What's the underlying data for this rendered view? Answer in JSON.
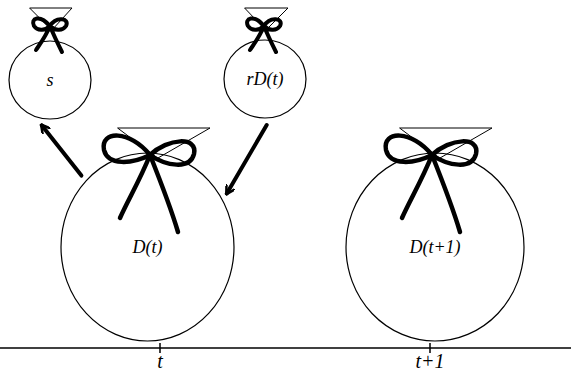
{
  "diagram": {
    "nodes": [
      {
        "text": [
          "s"
        ]
      },
      {
        "text": [
          "rD(t)"
        ]
      },
      {
        "text": [
          "D(t)"
        ]
      },
      {
        "text": [
          "D(t+1)"
        ]
      }
    ],
    "edges": [
      {
        "from": 2,
        "to": 0,
        "arrow": "to"
      },
      {
        "from": 1,
        "to": 2,
        "arrow": "to"
      }
    ],
    "labels": [
      "t",
      "t+1"
    ]
  }
}
